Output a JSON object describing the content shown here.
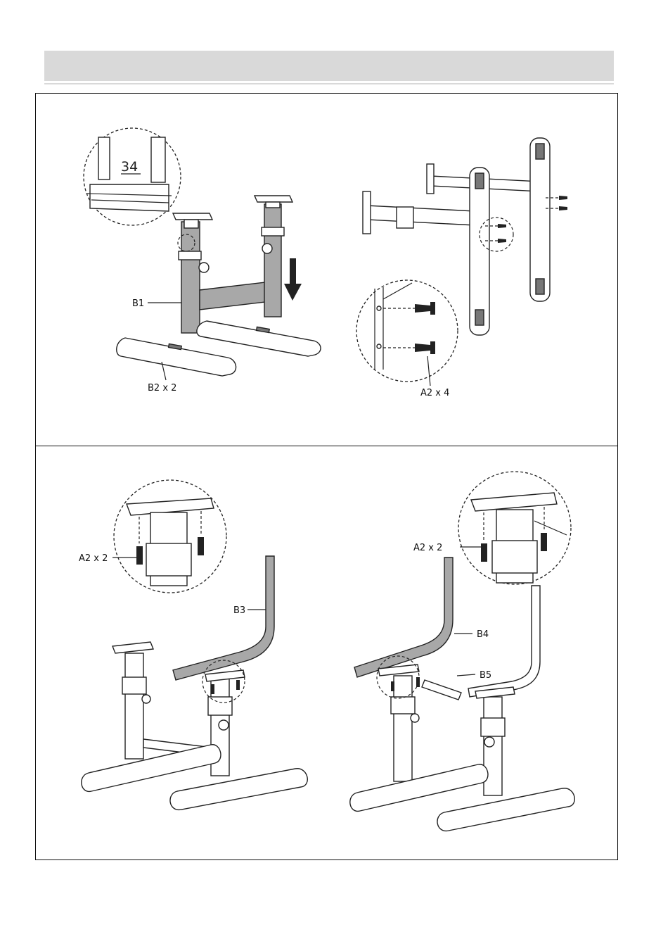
{
  "step1": {
    "zoom_number": "34",
    "label_b1": "B1",
    "label_b2": "B2 x 2",
    "label_a2": "A2  x 4"
  },
  "step2": {
    "label_a2_left": "A2  x 2",
    "label_b3": "B3",
    "label_a2_right": "A2  x 2",
    "label_b4": "B4",
    "label_b5": "B5"
  }
}
